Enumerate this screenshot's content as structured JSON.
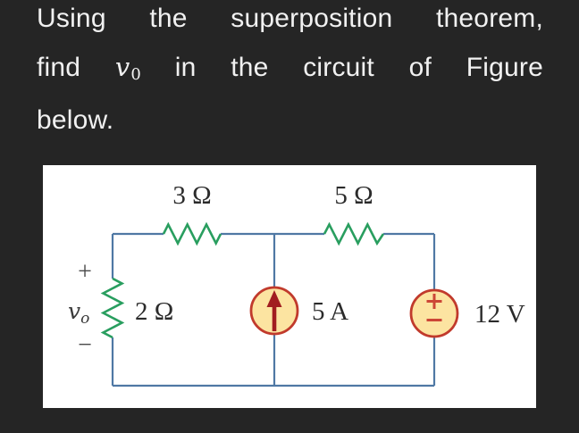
{
  "question": {
    "line1": "Using the superposition theorem,",
    "line2_before": "find",
    "math_var": "v",
    "math_sub": "0",
    "line2_after": "in the circuit of Figure",
    "line3": "below."
  },
  "circuit": {
    "resistor_top_left_label": "3 Ω",
    "resistor_top_right_label": "5 Ω",
    "resistor_left_label": "2 Ω",
    "current_source_label": "5 A",
    "voltage_source_label": "12 V",
    "output_voltage_var": "v",
    "output_voltage_sub": "o",
    "output_plus": "+",
    "output_minus": "−"
  },
  "colors": {
    "background": "#252525",
    "question_text": "#f1f1f1",
    "panel": "#ffffff",
    "wire": "#4f78a4",
    "resistor": "#299e5f",
    "source_stroke": "#c13a2c",
    "source_fill": "#fce4a1",
    "arrow": "#a11d20",
    "terminal_mark": "#cc4636",
    "label_text": "#2b2b2b"
  }
}
